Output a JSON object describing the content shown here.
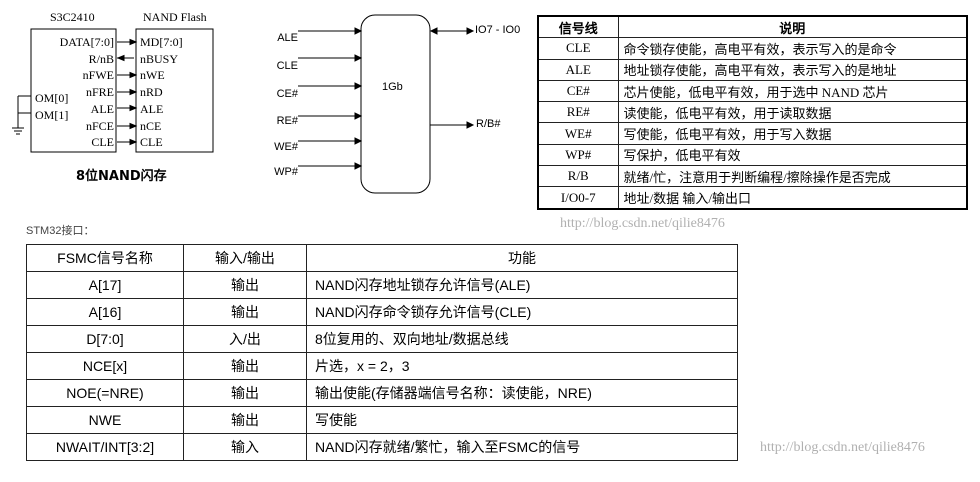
{
  "s3c": {
    "title": "S3C2410",
    "nand_title": "NAND Flash",
    "caption": "8位NAND闪存",
    "cpu_pins": [
      "DATA[7:0]",
      "R/nB",
      "nFWE",
      "nFRE",
      "ALE",
      "nFCE",
      "CLE"
    ],
    "nand_pins": [
      "MD[7:0]",
      "nBUSY",
      "nWE",
      "nRD",
      "ALE",
      "nCE",
      "CLE"
    ],
    "om_pins": [
      "OM[0]",
      "OM[1]"
    ]
  },
  "chip": {
    "label": "1Gb",
    "inputs": [
      "ALE",
      "CLE",
      "CE#",
      "RE#",
      "WE#",
      "WP#"
    ],
    "io": "IO7 - IO0",
    "rb": "R/B#"
  },
  "watermark": "http://blog.csdn.net/qilie8476",
  "signal_table": {
    "headers": [
      "信号线",
      "说明"
    ],
    "rows": [
      [
        "CLE",
        "命令锁存使能，高电平有效，表示写入的是命令"
      ],
      [
        "ALE",
        "地址锁存使能，高电平有效，表示写入的是地址"
      ],
      [
        "CE#",
        "芯片使能，低电平有效，用于选中 NAND 芯片"
      ],
      [
        "RE#",
        "读使能，低电平有效，用于读取数据"
      ],
      [
        "WE#",
        "写使能，低电平有效，用于写入数据"
      ],
      [
        "WP#",
        "写保护，低电平有效"
      ],
      [
        "R/B",
        "就绪/忙，注意用于判断编程/擦除操作是否完成"
      ],
      [
        "I/O0-7",
        "地址/数据 输入/输出口"
      ]
    ]
  },
  "stm32": {
    "label": "STM32接口：",
    "headers": [
      "FSMC信号名称",
      "输入/输出",
      "功能"
    ],
    "rows": [
      [
        "A[17]",
        "输出",
        "NAND闪存地址锁存允许信号(ALE)"
      ],
      [
        "A[16]",
        "输出",
        "NAND闪存命令锁存允许信号(CLE)"
      ],
      [
        "D[7:0]",
        "入/出",
        "8位复用的、双向地址/数据总线"
      ],
      [
        "NCE[x]",
        "输出",
        "片选，x = 2，3"
      ],
      [
        "NOE(=NRE)",
        "输出",
        "输出使能(存储器端信号名称：读使能，NRE)"
      ],
      [
        "NWE",
        "输出",
        "写使能"
      ],
      [
        "NWAIT/INT[3:2]",
        "输入",
        "NAND闪存就绪/繁忙，输入至FSMC的信号"
      ]
    ]
  }
}
